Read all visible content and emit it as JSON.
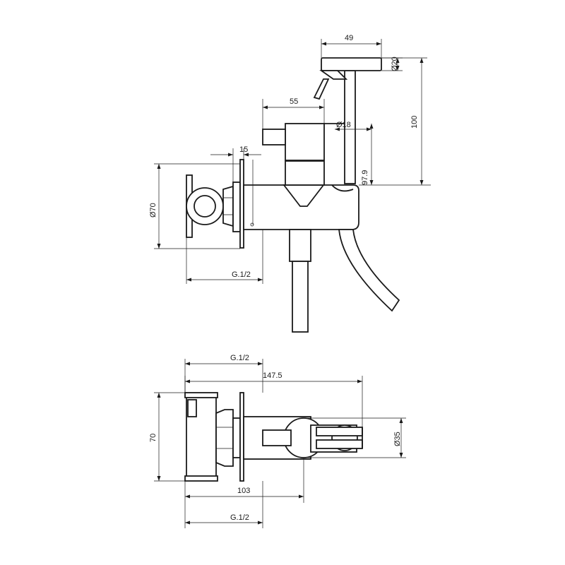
{
  "dimensions": {
    "side": {
      "width_49": "49",
      "dia_20": "Ø20",
      "width_55": "55",
      "dia_18": "Ø18",
      "height_100": "100",
      "height_97_9": "97.9",
      "width_15": "15",
      "dia_70": "Ø70",
      "thread": "G.1/2"
    },
    "top": {
      "thread_top": "G.1/2",
      "length_147_5": "147.5",
      "height_70": "70",
      "dia_35": "Ø35",
      "length_103": "103",
      "thread_bottom": "G.1/2"
    }
  }
}
